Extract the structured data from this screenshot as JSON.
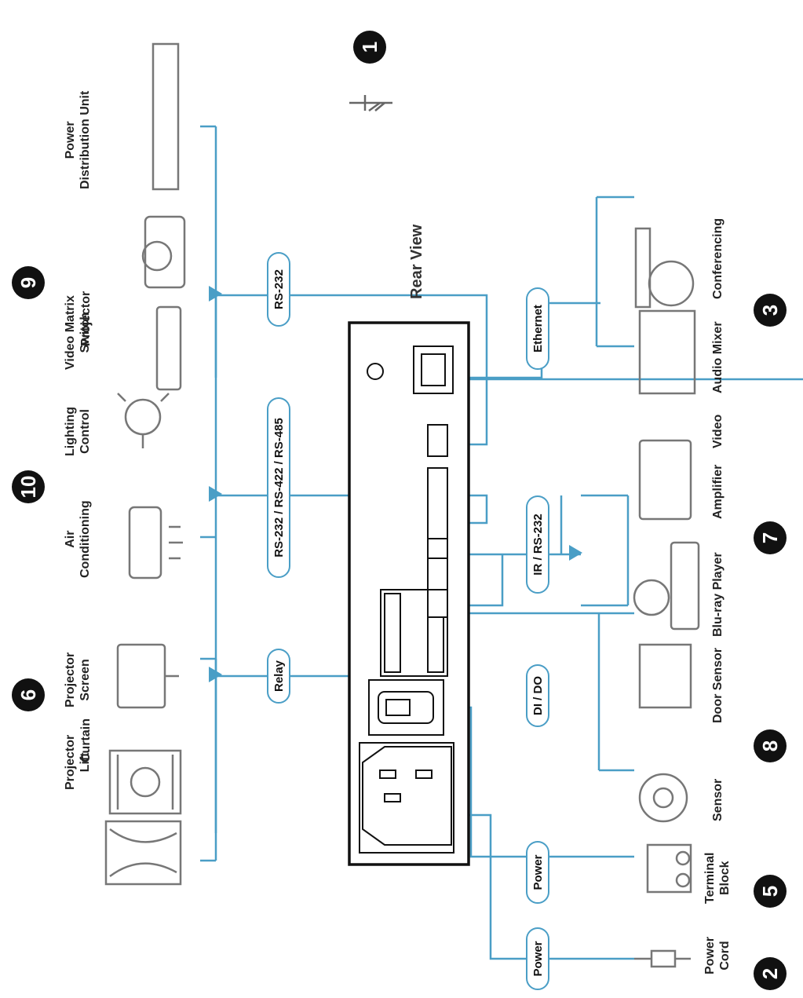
{
  "title": "Rear View",
  "links": {
    "rs232": "RS-232",
    "rs232_422_485": "RS-232 / RS-422 / RS-485",
    "relay": "Relay",
    "ethernet": "Ethernet",
    "ir_rs232": "IR / RS-232",
    "di_do": "DI / DO",
    "power_block": "Power",
    "power_cord": "Power"
  },
  "groups": {
    "g1": {
      "number": "1"
    },
    "g2": {
      "number": "2",
      "devices": [
        {
          "label": "Power\nCord"
        }
      ]
    },
    "g3": {
      "number": "3",
      "devices": [
        {
          "label": "Conferencing"
        },
        {
          "label": "Audio Mixer"
        }
      ]
    },
    "g5": {
      "number": "5",
      "devices": [
        {
          "label": "Terminal\nBlock"
        }
      ]
    },
    "g6": {
      "number": "6",
      "devices": [
        {
          "label": "Projector\nLift"
        },
        {
          "label": "Curtain"
        },
        {
          "label": "Projector\nScreen"
        }
      ]
    },
    "g7": {
      "number": "7",
      "devices": [
        {
          "label": "Blu-ray Player"
        },
        {
          "label": "Amplifier"
        },
        {
          "label": "Video"
        }
      ]
    },
    "g8": {
      "number": "8",
      "devices": [
        {
          "label": "Sensor"
        },
        {
          "label": "Door Sensor"
        }
      ]
    },
    "g9": {
      "number": "9",
      "devices": [
        {
          "label": "Video Matrix\nSwitch"
        },
        {
          "label": "Projector"
        },
        {
          "label": "Power\nDistribution Unit"
        }
      ]
    },
    "g10": {
      "number": "10",
      "devices": [
        {
          "label": "Air\nConditioning"
        },
        {
          "label": "Lighting\nControl"
        }
      ]
    }
  },
  "colors": {
    "line": "#4a9ec6",
    "device": "#777777",
    "panel": "#111111"
  }
}
